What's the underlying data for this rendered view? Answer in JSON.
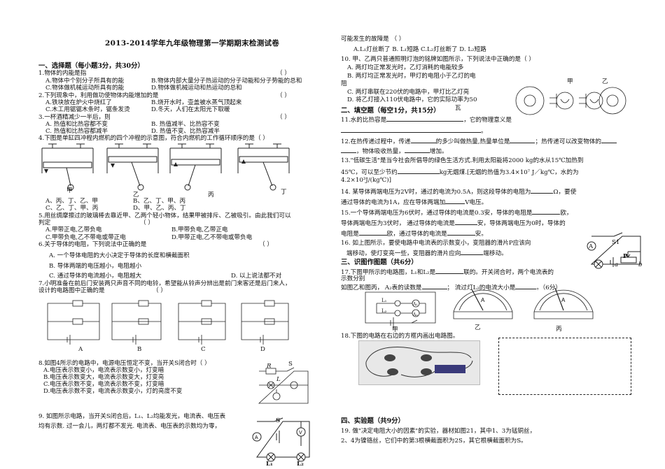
{
  "exam_title": "2013-2014学年九年级物理第一学期期末检测试卷",
  "sections": {
    "choice": "一、选择题（每小题3分，共30分）",
    "fill": "二、填空题（每空1分，共15分）",
    "drawing": "三、识图作图题（共6分）",
    "experiment": "四、实验题（共9分）"
  },
  "left": {
    "q1": {
      "stem": "1.物体的内能是指",
      "paren": "（        ）",
      "a": "A.物体中个别分子所具有的能",
      "b": "B.物体内部大量分子热运动的分子动能和分子势能的总和",
      "c": "C.物体做机械运动所具有的能",
      "d": "D.物体做机械运动和热运动的总和"
    },
    "q2": {
      "stem": "2.下列现象中，利用做功使物体内能增加的是",
      "paren": "（        ）",
      "a": "A.铁块放在炉火中烧红了",
      "b": "B.烧开水时，壶盖被水蒸气顶起来",
      "c": "C.木工用锯锯木条时，锯条发烫",
      "d": "D.冬天，人们在太阳光下取暖"
    },
    "q3": {
      "stem": "3.一杯酒精减少一半后，则",
      "paren": "（        ）",
      "a": "A. 热值和比热容都不变",
      "b": "B. 热值减半、比热容不变",
      "c": "C. 热值和比热容都减半",
      "d": "D. 热值不变、比热容减半"
    },
    "q4": {
      "stem": "4.下图是单缸四冲程内燃机的四个冲程的示意图，符合内燃机的工作循环顺序的是（        ）",
      "labels": [
        "甲",
        "乙",
        "丙",
        "丁"
      ],
      "a": "A、丙、丁、乙、甲",
      "b": "B、乙、丁、甲、丙",
      "c": "C、乙、丁、甲、丙",
      "d": "D、甲、乙、丙、丁"
    },
    "q5": {
      "stem": "5.用丝绸摩擦过的玻璃棒去靠近甲、乙两个轻小物体，结果甲被排斥、乙被吸引。由此我们可以",
      "stem2": "判定",
      "paren": "（        ）",
      "a": "A.甲带正电,乙带负电",
      "b": "B.甲带负电,乙带正电",
      "c": "C.甲带负电,乙不带电或带正电",
      "d": "D.甲带正电,乙不带电或带负电"
    },
    "q6": {
      "stem": "6.关于导体的电阻，下列说法中正确的是",
      "paren": "（        ）",
      "a": "A. 一个导体电阻的大小决定于导体的长度和横截面积",
      "b": "B. 导体两端的电压越小，电阻越小",
      "c": "C. 通过导体的电流越小，电阻越大",
      "d": "D. 以上说法都不对"
    },
    "q7": {
      "stem": "7.小明准备在前后门安装两只声音不同的电铃，希望能从铃声分辨出是前门来客还是后门来人，",
      "stem2": "设计的电路图中正确的是",
      "paren": "（        ）",
      "labels": [
        "A",
        "B",
        "C",
        "D"
      ]
    },
    "q8": {
      "stem": "8.如图4所示的电路中，电源电压恒定不变，当开关S闭合时（        ）",
      "a": "A.电压表示数变小，电流表示数变小，灯变暗",
      "b": "B.电压表示数变大，电流表示数变大，灯变亮",
      "c": "C.电压表示数不变，电流表示数不变，灯变暗",
      "d": "D.电压表示数不变，电流表示数变小，灯的亮度不变",
      "fig_R": "R",
      "fig_S": "S",
      "fig_L": "L"
    },
    "q9": {
      "stem": "9. 如图所示电路，当开关S闭合后，L₁、L₂均能发光，电流表、电压表",
      "stem2": "均有示数. 过一会儿，两灯都不发光. 电流表、电压表的示数均为零，",
      "fig_S": "S",
      "fig_L1": "L₁",
      "fig_L2": "L₂"
    }
  },
  "right": {
    "q9b": {
      "stem": "可能发生的故障是       （        ）",
      "options": "A.L₁灯丝断了     B. L₁短路     C.L₂灯丝断了     D. L₂短路"
    },
    "q10": {
      "stem": "10. 甲、乙两只普通照明灯泡的铭牌如图所示，下列说法中正确的是（        ）",
      "a": "A. 两灯均正常发光时，乙灯消耗的电能较多",
      "b": "B. 两灯均正常发光时，甲灯的电阻小于乙灯的电",
      "b2": "阻",
      "c": "C. 两灯串联在220伏的电路中，甲灯比乙灯亮",
      "d": "D. 将乙灯接入110伏电路中，它的实际功率为50",
      "d2": "瓦",
      "fig_jia": "甲",
      "fig_yi": "乙"
    },
    "q11": {
      "stem": "11.水的比热容是",
      "mid": "，它的物理意义是",
      "end": "。"
    },
    "q12": {
      "p1": "12.在热传递过程中，传递",
      "p2": "的多少叫做热量,热量单位是",
      "p3": "；热传递可以改变物体的",
      "line2_b": "，物体吸收热量，",
      "line2_c": "增加。"
    },
    "q13": {
      "line1": "13.\"低碳生活\"是当今社会所倡导的绿色生活方式.利用太阳能将2000 kg的水从15℃加热到",
      "line2a": "45℃，可以至少节约",
      "line2b": "kg无烟煤.[无烟的热值为3.4×10⁷ J／kg℃，水的为",
      "line3": "4.2×10³J/(kg℃)]"
    },
    "q14": {
      "line1a": "14. 某导体两端电压为2V时，通过的电流为0.5A，则这段导体的电阻为",
      "line1b": "Ω，要使",
      "line2a": "通过导体的电流为1A，应在导体两端加",
      "line2b": "V电压。"
    },
    "q15": {
      "line1a": "15.一个导体两端电压为6伏时，通过导体的电流是0.3安，导体的电阻是",
      "line1b": "欧，",
      "line2a": "导体两端电压为3伏时，  通过导体的电流是",
      "line2b": "安，导体两端电压为0时，导体的",
      "line3a": "电阻是",
      "line3b": "欧，通过导体的电流是",
      "line3c": "安。"
    },
    "q16": {
      "line1": "16. 如上图所示，要使电路中电流表的示数变小，变阻器的滑片P应该向",
      "line2a": "端移动，使灯变亮一些，变阻器的滑片应向",
      "line2b": "端移动。",
      "fig_S1": "S1",
      "fig_P": "P",
      "fig_a": "a",
      "fig_b": "b",
      "fig_A": "A"
    },
    "q17": {
      "line1a": "17.下图甲所示的电路图，L₁和L₂是",
      "line1b": "联的。开关闭合时，两个电流表的",
      "line2": "示数分别",
      "line3a": "如图乙和图丙，  A₂表的读数是",
      "line3b": "；  流过灯L₂的电流大小是",
      "line3c": "。（6分）",
      "labels": [
        "甲",
        "乙",
        "丙"
      ],
      "fig_L1": "L₁",
      "fig_L2": "L₂",
      "fig_A1": "A₁",
      "fig_A2": "A₂"
    },
    "q18": {
      "stem": "18.下图的电路在右边的方框内画出电路图。"
    },
    "q19": {
      "line1": "19. 做\"决定电阻大小的因素\"的实验，器材如图21，其中1、3为锰铜丝，",
      "line2": "2、4为镍铬丝，它们中的第3根横截面积为2S，其它根横截面积为S。"
    }
  }
}
